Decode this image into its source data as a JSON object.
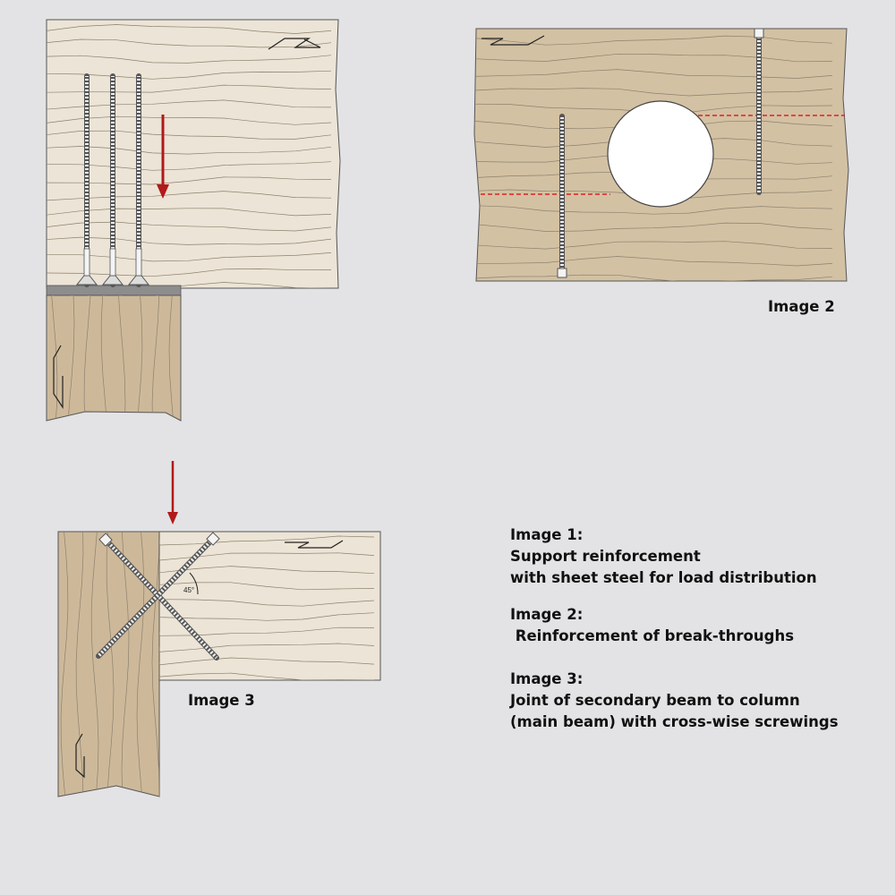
{
  "labels": {
    "image2": "Image 2",
    "image3": "Image 3",
    "angle": "45°"
  },
  "captions": [
    {
      "title": "Image 1:",
      "lines": [
        "Support reinforcement",
        "with sheet steel for load distribution"
      ]
    },
    {
      "title": "Image 2:",
      "lines": [
        " Reinforcement of break-throughs"
      ]
    },
    {
      "title": "Image 3:",
      "lines": [
        "Joint of secondary beam to column",
        "(main beam) with cross-wise screwings"
      ]
    }
  ],
  "colors": {
    "background": "#e3e3e5",
    "light_wood": "#ece4d6",
    "dark_wood": "#cdb99a",
    "mid_wood": "#d3c1a3",
    "grain": "#8c806e",
    "arrow_red": "#b01a1a",
    "steel": "#8d8d8d"
  }
}
